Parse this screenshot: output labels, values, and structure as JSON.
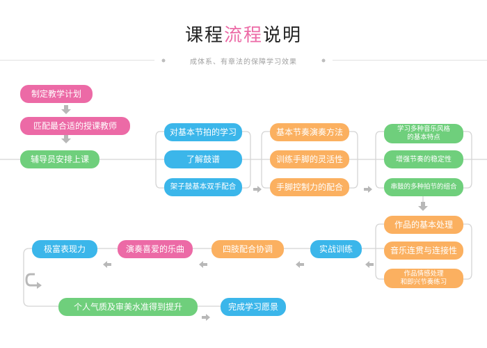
{
  "header": {
    "title_part1": "课程",
    "title_accent": "流程",
    "title_part2": "说明",
    "subtitle": "成体系、有章法的保障学习效果"
  },
  "colors": {
    "pink": "#ec6aa6",
    "green": "#6fcf7c",
    "blue": "#3bb6ea",
    "orange": "#fbb060",
    "line": "#d4d4d4",
    "arrow": "#b8b8b8"
  },
  "steps": {
    "plan": "制定教学计划",
    "match_teacher": "匹配最合适的授课教师",
    "assistant_class": "辅导员安排上课"
  },
  "stage1": [
    "对基本节拍的学习",
    "了解鼓谱",
    "架子鼓基本双手配合"
  ],
  "stage2": [
    "基本节奏演奏方法",
    "训练手脚的灵活性",
    "手脚控制力的配合"
  ],
  "stage3": [
    "学习多种音乐风格\n的基本特点",
    "增强节奏的稳定性",
    "串鼓的多种拍节的组合"
  ],
  "stage4": [
    "作品的基本处理",
    "音乐连贯与连接性",
    "作品情感处理\n和即兴节奏练习"
  ],
  "row2": {
    "practice": "实战训练",
    "limbs": "四肢配合协调",
    "favorite": "演奏喜爱的乐曲",
    "expressive": "极富表现力"
  },
  "row3": {
    "improve": "个人气质及审美水准得到提升",
    "complete": "完成学习愿景"
  }
}
